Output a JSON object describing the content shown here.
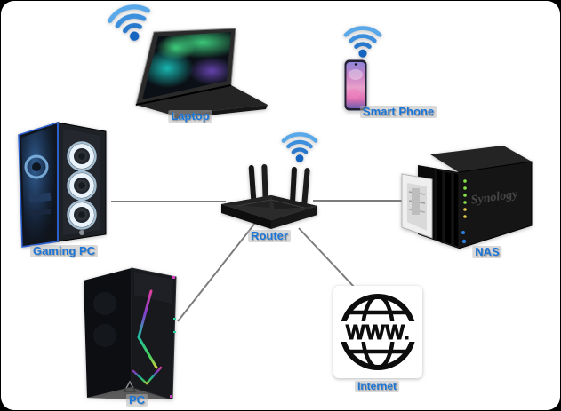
{
  "diagram": {
    "title_hint": "home-network-topology",
    "background": "#ffffff",
    "frame_color": "#000000",
    "label_color": "#1b76d8",
    "line_color": "#7d7d7d",
    "wifi_color": "#2878cc",
    "nodes": {
      "laptop": {
        "label": "Laptop",
        "wireless": true
      },
      "smart_phone": {
        "label": "Smart Phone",
        "wireless": true
      },
      "gaming_pc": {
        "label": "Gaming PC",
        "wireless": false
      },
      "router": {
        "label": "Router",
        "wireless": true
      },
      "nas": {
        "label": "NAS",
        "brand": "Synology",
        "wireless": false
      },
      "pc": {
        "label": "PC",
        "wireless": false
      },
      "internet": {
        "label": "Internet",
        "globe_text": "WWW."
      }
    },
    "connections": [
      {
        "from": "gaming_pc",
        "to": "router",
        "type": "wired"
      },
      {
        "from": "router",
        "to": "nas",
        "type": "wired"
      },
      {
        "from": "router",
        "to": "pc",
        "type": "wired"
      },
      {
        "from": "router",
        "to": "internet",
        "type": "wired"
      },
      {
        "from": "laptop",
        "to": "router",
        "type": "wifi"
      },
      {
        "from": "smart_phone",
        "to": "router",
        "type": "wifi"
      }
    ]
  }
}
